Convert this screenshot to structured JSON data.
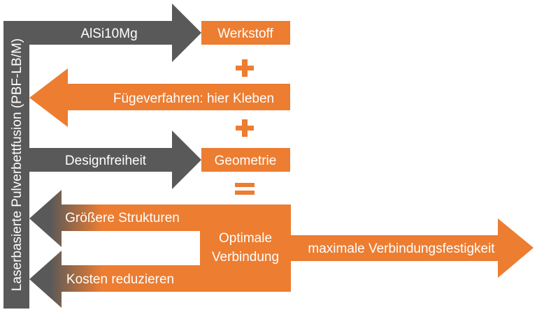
{
  "side_label": "Laserbasierte Pulverbettfusion (PBF-LB/M)",
  "rows": {
    "material": {
      "arrow_label": "AlSi10Mg",
      "box_label": "Werkstoff"
    },
    "joining": {
      "arrow_label": "Fügeverfahren: hier Kleben"
    },
    "design": {
      "arrow_label": "Designfreiheit",
      "box_label": "Geometrie"
    },
    "result": {
      "upper_arrow_label": "Größere Strukturen",
      "lower_arrow_label": "Kosten reduzieren",
      "box_label_line1": "Optimale",
      "box_label_line2": "Verbindung",
      "right_arrow_label": "maximale Verbindungsfestigkeit"
    }
  },
  "operators": {
    "plus": "+",
    "equals": "="
  },
  "colors": {
    "gray": "#595959",
    "orange": "#ec7d31",
    "white": "#ffffff"
  }
}
